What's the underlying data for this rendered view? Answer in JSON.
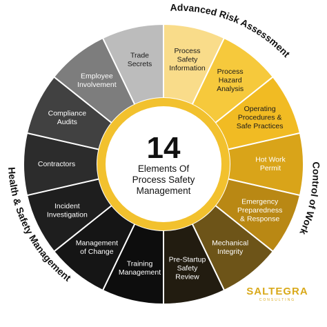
{
  "center": {
    "number": "14",
    "lines": [
      "Elements Of",
      "Process Safety",
      "Management"
    ]
  },
  "groups": {
    "top": "Advanced Risk Assessment",
    "right": "Control of Work",
    "left": "Health & Safety Management"
  },
  "segments": [
    {
      "lines": [
        "Process",
        "Safety",
        "Information"
      ],
      "color": "#f9dc8a",
      "dark_text": true
    },
    {
      "lines": [
        "Process",
        "Hazard",
        "Analysis"
      ],
      "color": "#f6c93c",
      "dark_text": true
    },
    {
      "lines": [
        "Operating",
        "Procedures &",
        "Safe Practices"
      ],
      "color": "#f1bb23",
      "dark_text": true
    },
    {
      "lines": [
        "Hot Work",
        "Permit"
      ],
      "color": "#d9a419",
      "dark_text": false
    },
    {
      "lines": [
        "Emergency",
        "Preparedness",
        "& Response"
      ],
      "color": "#b98814",
      "dark_text": false
    },
    {
      "lines": [
        "Mechanical",
        "Integrity"
      ],
      "color": "#6d5418",
      "dark_text": false
    },
    {
      "lines": [
        "Pre-Startup",
        "Safety",
        "Review"
      ],
      "color": "#221c10",
      "dark_text": false
    },
    {
      "lines": [
        "Training",
        "Management"
      ],
      "color": "#0d0d0d",
      "dark_text": false
    },
    {
      "lines": [
        "Management",
        "of Change"
      ],
      "color": "#151515",
      "dark_text": false
    },
    {
      "lines": [
        "Incident",
        "Investigation"
      ],
      "color": "#1e1e1e",
      "dark_text": false
    },
    {
      "lines": [
        "Contractors"
      ],
      "color": "#2c2c2c",
      "dark_text": false
    },
    {
      "lines": [
        "Compliance",
        "Audits"
      ],
      "color": "#414141",
      "dark_text": false
    },
    {
      "lines": [
        "Employee",
        "Involvement"
      ],
      "color": "#7d7d7d",
      "dark_text": false
    },
    {
      "lines": [
        "Trade",
        "Secrets"
      ],
      "color": "#bcbcbc",
      "dark_text": true
    }
  ],
  "logo": {
    "name": "SALTEGRA",
    "sub": "CONSULTING"
  },
  "colors": {
    "accent_ring": "#f2c12e",
    "logo": "#d9a91a"
  }
}
